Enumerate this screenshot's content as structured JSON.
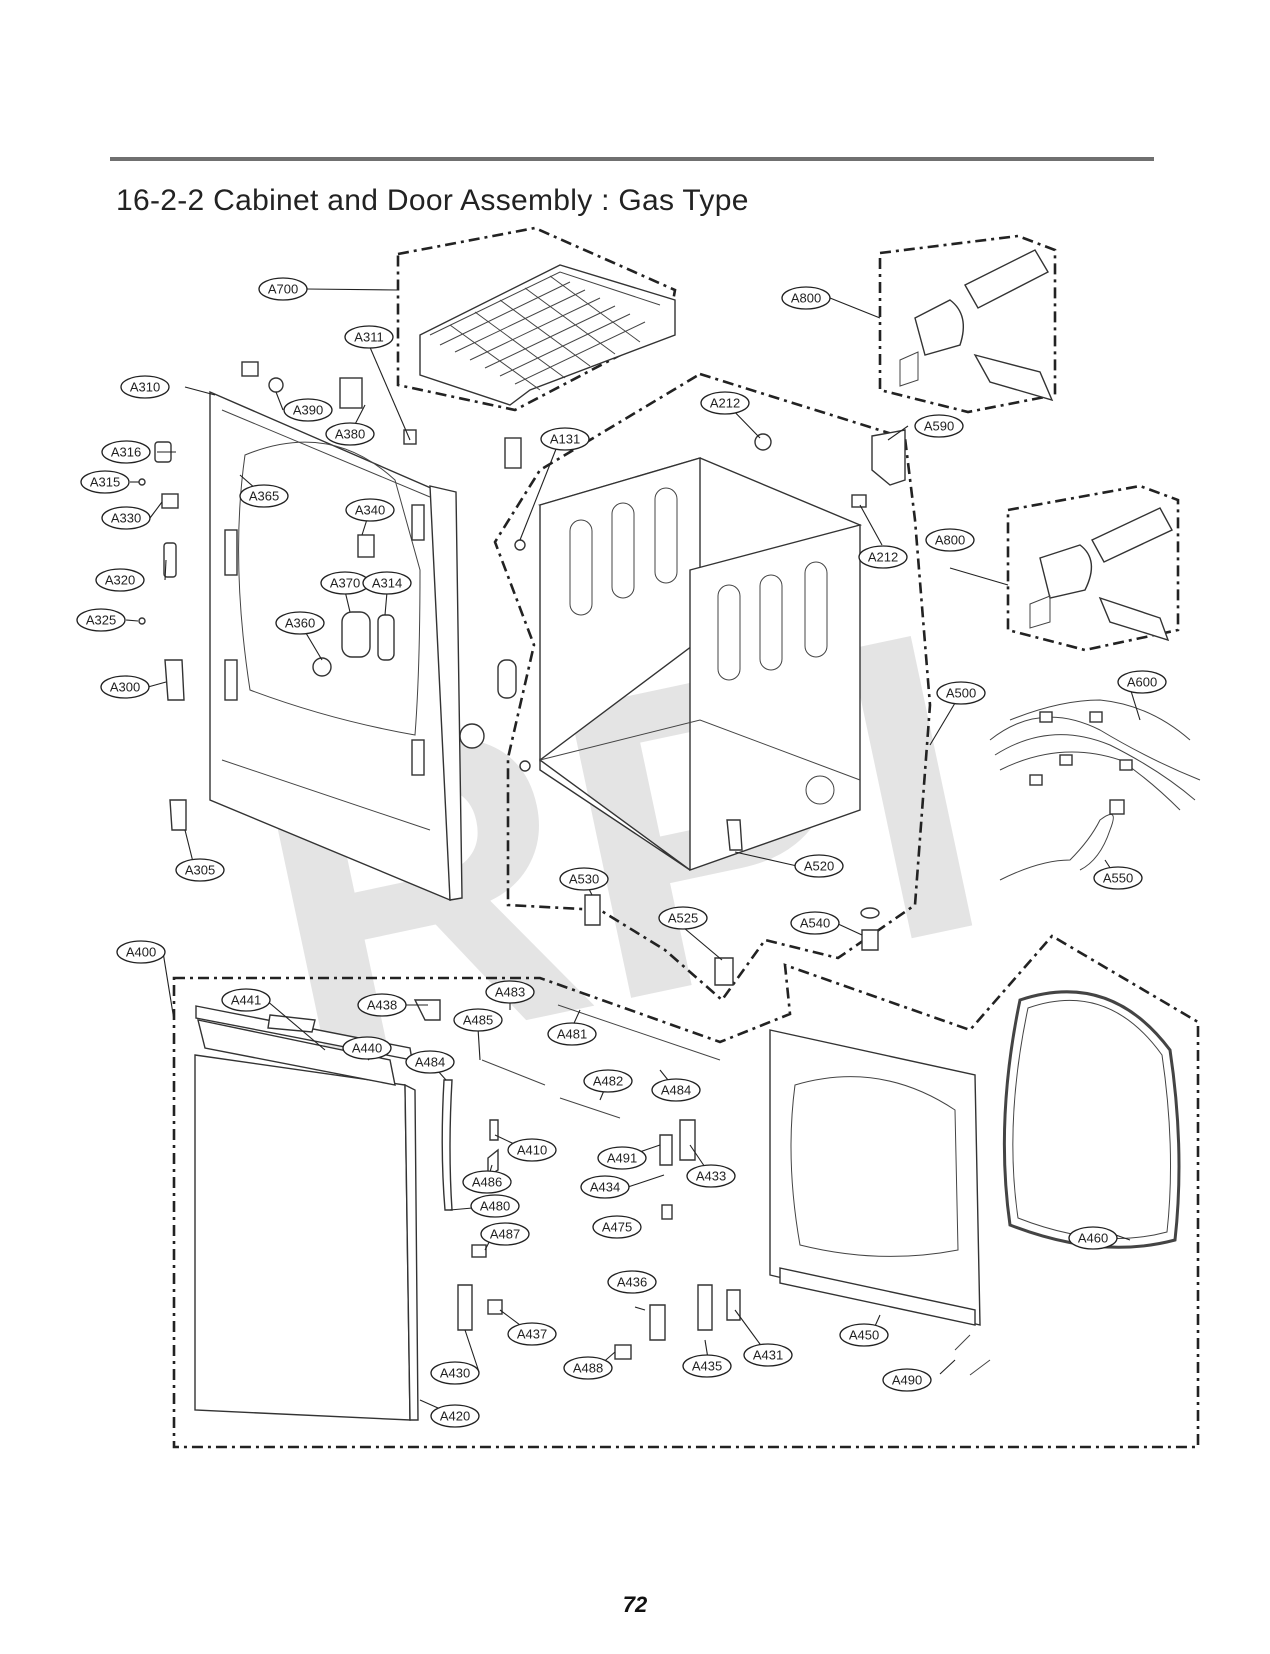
{
  "page": {
    "title": "16-2-2 Cabinet and Door Assembly : Gas Type",
    "page_number": "72",
    "watermark": "RPI"
  },
  "labels": [
    {
      "id": "A700"
    },
    {
      "id": "A800"
    },
    {
      "id": "A311"
    },
    {
      "id": "A310"
    },
    {
      "id": "A390"
    },
    {
      "id": "A380"
    },
    {
      "id": "A316"
    },
    {
      "id": "A315"
    },
    {
      "id": "A365"
    },
    {
      "id": "A330"
    },
    {
      "id": "A340"
    },
    {
      "id": "A320"
    },
    {
      "id": "A370"
    },
    {
      "id": "A314"
    },
    {
      "id": "A325"
    },
    {
      "id": "A360"
    },
    {
      "id": "A300"
    },
    {
      "id": "A305"
    },
    {
      "id": "A212"
    },
    {
      "id": "A131"
    },
    {
      "id": "A590"
    },
    {
      "id": "A212"
    },
    {
      "id": "A800"
    },
    {
      "id": "A500"
    },
    {
      "id": "A600"
    },
    {
      "id": "A530"
    },
    {
      "id": "A520"
    },
    {
      "id": "A550"
    },
    {
      "id": "A525"
    },
    {
      "id": "A540"
    },
    {
      "id": "A400"
    },
    {
      "id": "A441"
    },
    {
      "id": "A438"
    },
    {
      "id": "A483"
    },
    {
      "id": "A440"
    },
    {
      "id": "A485"
    },
    {
      "id": "A481"
    },
    {
      "id": "A484"
    },
    {
      "id": "A482"
    },
    {
      "id": "A484"
    },
    {
      "id": "A410"
    },
    {
      "id": "A491"
    },
    {
      "id": "A433"
    },
    {
      "id": "A486"
    },
    {
      "id": "A434"
    },
    {
      "id": "A480"
    },
    {
      "id": "A475"
    },
    {
      "id": "A487"
    },
    {
      "id": "A460"
    },
    {
      "id": "A436"
    },
    {
      "id": "A437"
    },
    {
      "id": "A431"
    },
    {
      "id": "A450"
    },
    {
      "id": "A430"
    },
    {
      "id": "A488"
    },
    {
      "id": "A435"
    },
    {
      "id": "A490"
    },
    {
      "id": "A420"
    }
  ]
}
